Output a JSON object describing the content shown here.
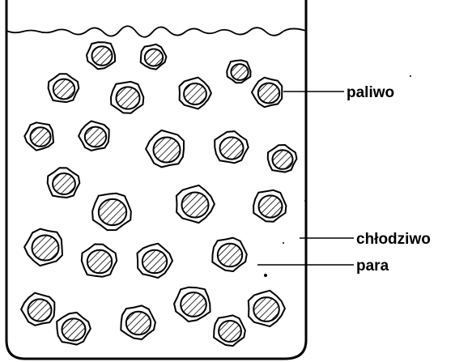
{
  "labels": {
    "fuel": "paliwo",
    "coolant": "chłodziwo",
    "steam": "para"
  },
  "colors": {
    "ink": "#000000",
    "background": "#ffffff"
  }
}
